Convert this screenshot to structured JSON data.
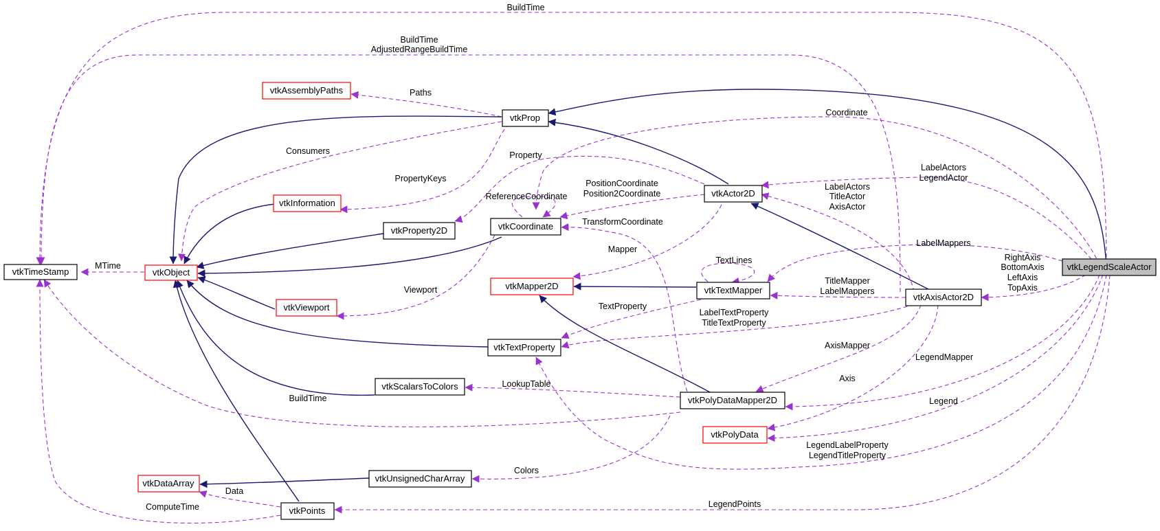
{
  "colors": {
    "inheritance": "#1a1a6e",
    "usage": "#9a32cd",
    "node_border_normal": "#000000",
    "node_border_undocumented": "#ff0000",
    "focus_fill": "#bfbfbf",
    "background": "#ffffff"
  },
  "nodes": {
    "vtkTimeStamp": "vtkTimeStamp",
    "vtkObject": "vtkObject",
    "vtkAssemblyPaths": "vtkAssemblyPaths",
    "vtkProp": "vtkProp",
    "vtkInformation": "vtkInformation",
    "vtkProperty2D": "vtkProperty2D",
    "vtkCoordinate": "vtkCoordinate",
    "vtkActor2D": "vtkActor2D",
    "vtkViewport": "vtkViewport",
    "vtkMapper2D": "vtkMapper2D",
    "vtkTextMapper": "vtkTextMapper",
    "vtkTextProperty": "vtkTextProperty",
    "vtkScalarsToColors": "vtkScalarsToColors",
    "vtkPolyDataMapper2D": "vtkPolyDataMapper2D",
    "vtkPolyData": "vtkPolyData",
    "vtkDataArray": "vtkDataArray",
    "vtkUnsignedCharArray": "vtkUnsignedCharArray",
    "vtkPoints": "vtkPoints",
    "vtkAxisActor2D": "vtkAxisActor2D",
    "vtkLegendScaleActor": "vtkLegendScaleActor"
  },
  "edge_labels": {
    "buildtime_top": "BuildTime",
    "buildtime_axis_1": "BuildTime",
    "buildtime_axis_2": "AdjustedRangeBuildTime",
    "paths": "Paths",
    "consumers": "Consumers",
    "propertykeys": "PropertyKeys",
    "coordinate": "Coordinate",
    "property": "Property",
    "referencecoordinate": "ReferenceCoordinate",
    "positioncoordinate_1": "PositionCoordinate",
    "positioncoordinate_2": "Position2Coordinate",
    "labelactors_legend_1": "LabelActors",
    "labelactors_legend_2": "LegendActor",
    "labelactors_axis_1": "LabelActors",
    "labelactors_axis_2": "TitleActor",
    "labelactors_axis_3": "AxisActor",
    "transformcoordinate": "TransformCoordinate",
    "mapper": "Mapper",
    "textlines": "TextLines",
    "labelmappers": "LabelMappers",
    "axes_1": "RightAxis",
    "axes_2": "BottomAxis",
    "axes_3": "LeftAxis",
    "axes_4": "TopAxis",
    "mtime": "MTime",
    "viewport": "Viewport",
    "textproperty": "TextProperty",
    "titlemapper_1": "TitleMapper",
    "titlemapper_2": "LabelMappers",
    "labeltextproperty_1": "LabelTextProperty",
    "labeltextproperty_2": "TitleTextProperty",
    "axismapper": "AxisMapper",
    "legendmapper": "LegendMapper",
    "lookuptable": "LookupTable",
    "buildtime_mapper": "BuildTime",
    "axis": "Axis",
    "legend": "Legend",
    "legendlabelproperty_1": "LegendLabelProperty",
    "legendlabelproperty_2": "LegendTitleProperty",
    "colors_label": "Colors",
    "data": "Data",
    "computetime": "ComputeTime",
    "legendpoints": "LegendPoints"
  }
}
